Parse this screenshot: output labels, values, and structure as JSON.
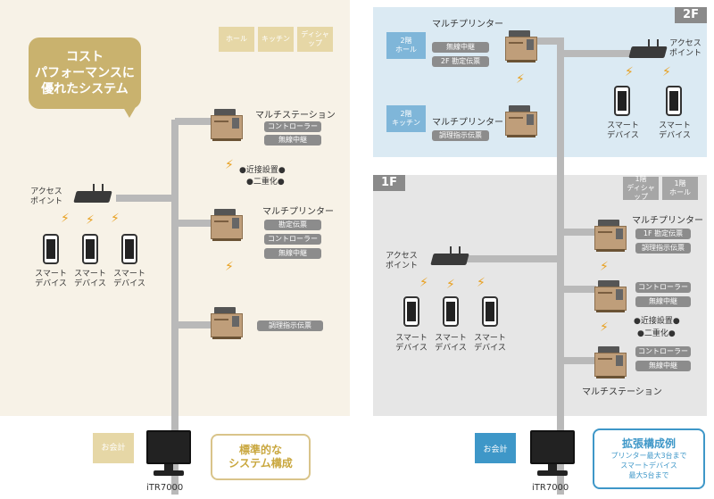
{
  "left": {
    "zones": [
      "ホール",
      "キッチン",
      "ディシャップ"
    ],
    "bubble": [
      "コスト",
      "パフォーマンスに",
      "優れたシステム"
    ],
    "station": {
      "title": "マルチステーション",
      "pills": [
        "コントローラー",
        "無線中継"
      ]
    },
    "redundancy": [
      "●近接設置●",
      "●二重化●"
    ],
    "printer1": {
      "title": "マルチプリンター",
      "pills": [
        "勘定伝票",
        "コントローラー",
        "無線中継"
      ]
    },
    "printer2": {
      "pills": [
        "調理指示伝票"
      ]
    },
    "ap_label": [
      "アクセス",
      "ポイント"
    ],
    "devices": [
      "スマート",
      "デバイス"
    ],
    "pay": "お会計",
    "pos_label": "iTR7000",
    "note": [
      "標準的な",
      "システム構成"
    ]
  },
  "right": {
    "floor2": "2F",
    "floor1": "1F",
    "zone_2f_hall": [
      "2階",
      "ホール"
    ],
    "zone_2f_kitchen": [
      "2階",
      "キッチン"
    ],
    "printer_2f_a": {
      "title": "マルチプリンター",
      "pills": [
        "無線中継",
        "2F 勘定伝票"
      ]
    },
    "printer_2f_b": {
      "title": "マルチプリンター",
      "pills": [
        "調理指示伝票"
      ]
    },
    "ap_label": [
      "アクセス",
      "ポイント"
    ],
    "devices": [
      "スマート",
      "デバイス"
    ],
    "zones_1f": [
      [
        "1階",
        "ディシャップ"
      ],
      [
        "1階",
        "ホール"
      ]
    ],
    "printer_1f": {
      "title": "マルチプリンター",
      "pills": [
        "1F 勘定伝票",
        "調理指示伝票"
      ]
    },
    "station_a": {
      "pills": [
        "コントローラー",
        "無線中継"
      ]
    },
    "redundancy": [
      "●近接設置●",
      "●二重化●"
    ],
    "station_b": {
      "pills": [
        "コントローラー",
        "無線中継"
      ]
    },
    "station_label": "マルチステーション",
    "pay": "お会計",
    "pos_label": "iTR7000",
    "note_title": "拡張構成例",
    "note_lines": [
      "プリンター最大3台まで",
      "スマートデバイス",
      "最大5台まで"
    ]
  },
  "colors": {
    "gold": "#c9b26e",
    "blue": "#3e97c8",
    "gray": "#8c8c8c"
  }
}
